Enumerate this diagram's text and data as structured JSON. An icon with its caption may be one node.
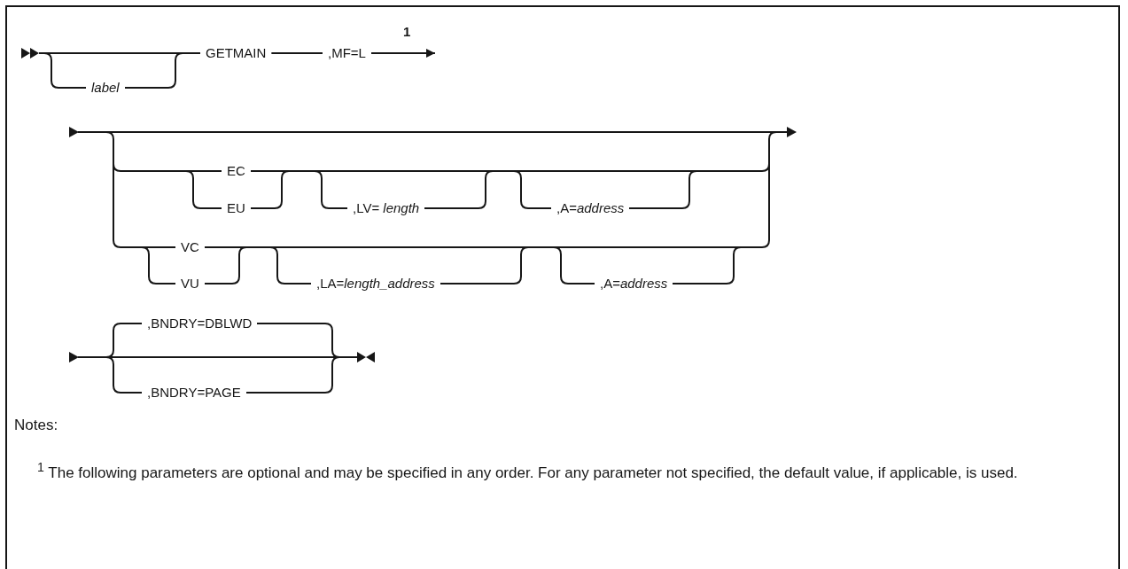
{
  "diagram": {
    "nodes": [
      {
        "text": [
          "label"
        ]
      },
      {
        "text": [
          "GETMAIN"
        ]
      },
      {
        "text": [
          ",MF=L"
        ],
        "beside": [
          "1"
        ]
      },
      {
        "text": [
          "EC"
        ]
      },
      {
        "text": [
          "EU"
        ]
      },
      {
        "text": [
          ",LV= *length*"
        ]
      },
      {
        "text": [
          ",A=*address*"
        ]
      },
      {
        "text": [
          "VC"
        ]
      },
      {
        "text": [
          "VU"
        ]
      },
      {
        "text": [
          ",LA=*length_address*"
        ]
      },
      {
        "text": [
          ",A=*address*"
        ]
      },
      {
        "text": [
          ",BNDRY=DBLWD"
        ]
      },
      {
        "text": [
          ",BNDRY=PAGE"
        ]
      }
    ],
    "edges": [
      {
        "from": 1,
        "to": 2,
        "arrow": "none"
      },
      {
        "from": 2,
        "to": null,
        "arrow": "to"
      }
    ],
    "labels": [
      "Notes:",
      "$^{1}$ The following parameters are optional and may be specified in any order. For any parameter not specified, the default value, if applicable, is used."
    ]
  }
}
